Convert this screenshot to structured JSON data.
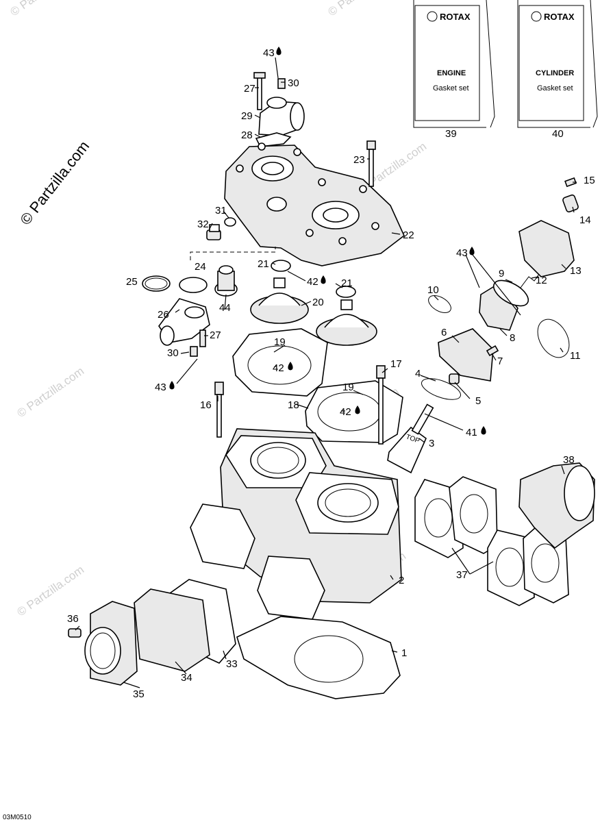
{
  "watermarks": {
    "main": "© Partzilla.com",
    "faint": "© Partzilla.com"
  },
  "drawing_code": "03M0510",
  "kits": [
    {
      "brand": "ROTAX",
      "title": "ENGINE",
      "subtitle": "Gasket set",
      "number": "39"
    },
    {
      "brand": "ROTAX",
      "title": "CYLINDER",
      "subtitle": "Gasket set",
      "number": "40"
    }
  ],
  "callouts": {
    "c1": "1",
    "c2": "2",
    "c3": "3",
    "c4": "4",
    "c5": "5",
    "c6": "6",
    "c7": "7",
    "c8": "8",
    "c9": "9",
    "c10": "10",
    "c11": "11",
    "c12": "12",
    "c13": "13",
    "c14": "14",
    "c15": "15",
    "c16": "16",
    "c17": "17",
    "c18": "18",
    "c19a": "19",
    "c19b": "19",
    "c20": "20",
    "c21a": "21",
    "c21b": "21",
    "c22": "22",
    "c23": "23",
    "c24": "24",
    "c25": "25",
    "c26": "26",
    "c27a": "27",
    "c27b": "27",
    "c28": "28",
    "c29": "29",
    "c30a": "30",
    "c30b": "30",
    "c31": "31",
    "c32": "32",
    "c33": "33",
    "c34": "34",
    "c35": "35",
    "c36": "36",
    "c37": "37",
    "c38": "38",
    "c41": "41",
    "c42a": "42",
    "c42b": "42",
    "c42c": "42",
    "c43a": "43",
    "c43b": "43",
    "c43c": "43",
    "c44": "44"
  },
  "icons": {
    "drop": "lubricant-drop-icon",
    "logo": "rotax-gear-logo-icon"
  }
}
